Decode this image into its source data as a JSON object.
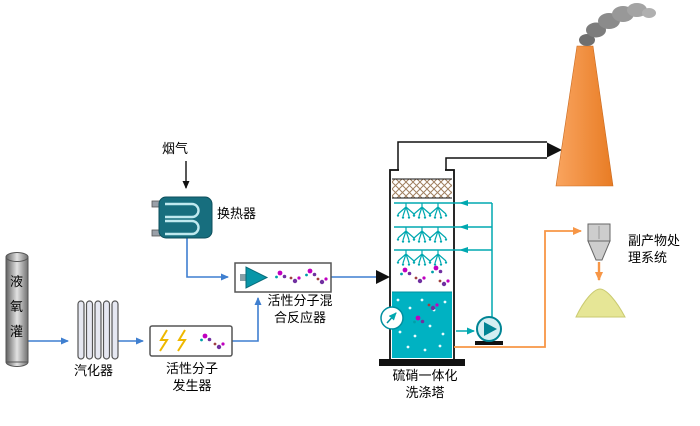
{
  "diagram": {
    "labels": {
      "flue_gas": "烟气",
      "heat_exchanger": "换热器",
      "oxygen_tank": "液氧灌",
      "vaporizer": "汽化器",
      "generator_l1": "活性分子",
      "generator_l2": "发生器",
      "reactor_l1": "活性分子混",
      "reactor_l2": "合反应器",
      "tower_l1": "硫硝一体化",
      "tower_l2": "洗涤塔",
      "byproduct_l1": "副产物处",
      "byproduct_l2": "理系统"
    },
    "colors": {
      "flow_blue": "#3f7fd0",
      "circulation_teal": "#00a8b0",
      "byproduct_orange": "#f79646",
      "chimney_orange": "#f0883a",
      "tower_liquid_teal": "#00b2c2",
      "pile_yellow": "#e6e696",
      "smoke_gray": "#8f8f8f",
      "heat_exchanger_teal": "#176e7e",
      "molecule_magenta": "#c000c0",
      "molecule_purple": "#7030a0"
    }
  }
}
